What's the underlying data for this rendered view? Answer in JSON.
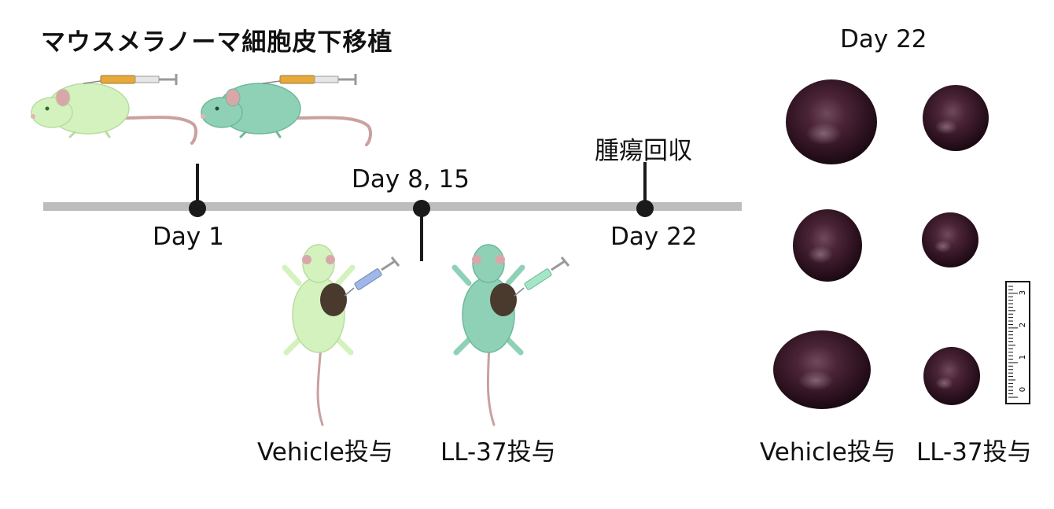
{
  "title": "マウスメラノーマ細胞皮下移植",
  "timeline": {
    "day1_label": "Day 1",
    "day8_15_label": "Day 8, 15",
    "day22_label": "Day 22",
    "harvest_label": "腫瘍回収"
  },
  "groups": {
    "vehicle_label": "Vehicle投与",
    "ll37_label": "LL-37投与"
  },
  "photo": {
    "title": "Day 22",
    "vehicle_label": "Vehicle投与",
    "ll37_label": "LL-37投与",
    "ruler_ticks": [
      "0",
      "1",
      "2",
      "3"
    ]
  },
  "colors": {
    "mouse_light": "#d4f2bd",
    "mouse_teal": "#8fd1b6",
    "timeline_bar": "#bdbdbd",
    "tumor": "#2b1420",
    "syringe_orange": "#e6a93a",
    "syringe_blue": "#9fb8e8",
    "syringe_green": "#a5e6c8"
  }
}
